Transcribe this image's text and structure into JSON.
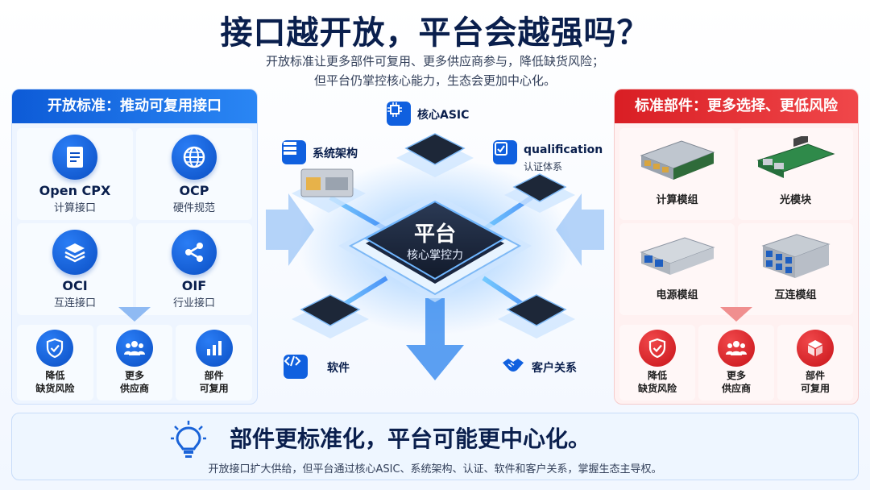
{
  "header": {
    "title": "接口越开放，平台会越强吗？",
    "subtitle_line1": "开放标准让更多部件可复用、更多供应商参与，降低缺货风险；",
    "subtitle_line2": "但平台仍掌控核心能力，生态会更加中心化。"
  },
  "left_panel": {
    "title": "开放标准：推动可复用接口",
    "standards": [
      {
        "name": "Open CPX",
        "desc": "计算接口",
        "icon": "document-icon"
      },
      {
        "name": "OCP",
        "desc": "硬件规范",
        "icon": "globe-icon"
      },
      {
        "name": "OCI",
        "desc": "互连接口",
        "icon": "layers-icon"
      },
      {
        "name": "OIF",
        "desc": "行业接口",
        "icon": "share-icon"
      }
    ],
    "benefits": [
      {
        "line1": "降低",
        "line2": "缺货风险",
        "icon": "shield-check-icon"
      },
      {
        "line1": "更多",
        "line2": "供应商",
        "icon": "people-icon"
      },
      {
        "line1": "部件",
        "line2": "可复用",
        "icon": "bar-chart-icon"
      }
    ]
  },
  "right_panel": {
    "title": "标准部件：更多选择、更低风险",
    "modules": [
      {
        "name": "计算模组"
      },
      {
        "name": "光模块"
      },
      {
        "name": "电源模组"
      },
      {
        "name": "互连模组"
      }
    ],
    "benefits": [
      {
        "line1": "降低",
        "line2": "缺货风险",
        "icon": "shield-check-icon"
      },
      {
        "line1": "更多",
        "line2": "供应商",
        "icon": "people-icon"
      },
      {
        "line1": "部件",
        "line2": "可复用",
        "icon": "cube-icon"
      }
    ]
  },
  "center": {
    "core_title": "平台",
    "core_sub": "核心掌控力",
    "nodes": {
      "asic": "核心ASIC",
      "system": "系统架构",
      "qualification": "qualification",
      "qualification_sub": "认证体系",
      "software": "软件",
      "customer": "客户关系"
    }
  },
  "banner": {
    "main": "部件更标准化，平台可能更中心化。",
    "sub": "开放接口扩大供给，但平台通过核心ASIC、系统架构、认证、软件和客户关系，掌握生态主导权。"
  },
  "colors": {
    "blue": "#0d5bd7",
    "red": "#d91e24",
    "navy": "#0a1f4d"
  }
}
